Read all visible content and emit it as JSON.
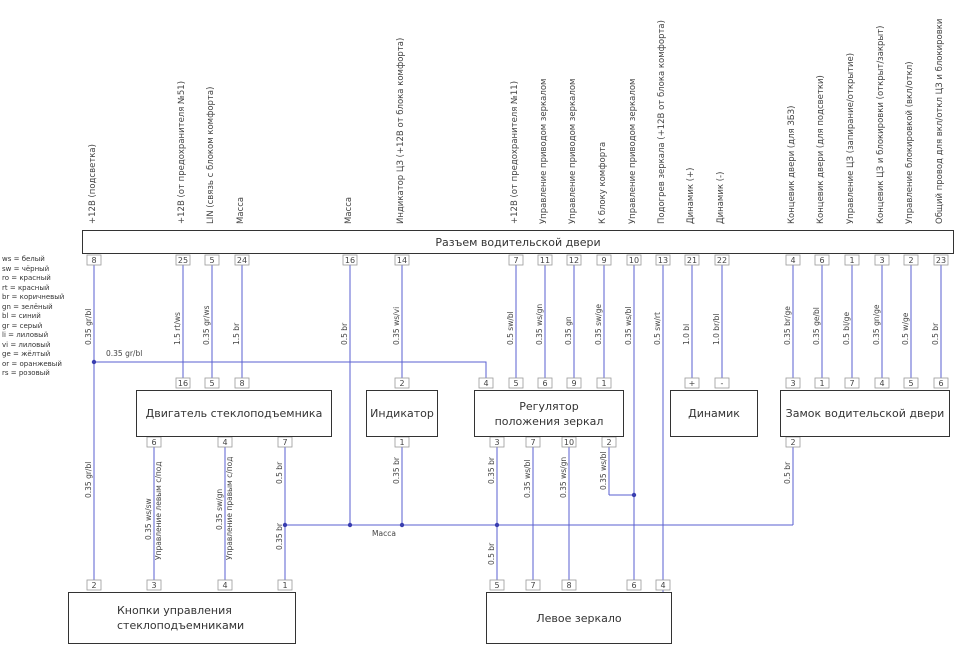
{
  "legend": [
    "ws = белый",
    "sw = чёрный",
    "ro = красный",
    "rt = красный",
    "br = коричневый",
    "gn = зелёный",
    "bl = синий",
    "gr = серый",
    "li = лиловый",
    "vi = лиловый",
    "ge = жёлтый",
    "or = оранжевый",
    "rs = розовый"
  ],
  "connector": {
    "title": "Разъем водительской двери"
  },
  "pin_labels": [
    "+12В (подсветка)",
    "+12В (от предохранителя №51)",
    "LIN (связь с блоком комфорта)",
    "Масса",
    "Масса",
    "Индикатор ЦЗ (+12В от блока комфорта)",
    "+12В (от предохранителя №11)",
    "Управление приводом зеркалом",
    "Управление приводом зеркалом",
    "К блоку комфорта",
    "Управление приводом зеркалом",
    "Подогрев зеркала (+12В от блока комфорта)",
    "Динамик (+)",
    "Динамик (-)",
    "Концевик двери (для ЗБЗ)",
    "Концевик двери (для подсветки)",
    "Управление ЦЗ (запирание/открытие)",
    "Концевик ЦЗ и блокировки (открыт/закрыт)",
    "Управление блокировкой (вкл/откл)",
    "Общий провод для вкл/откл ЦЗ и блокировки"
  ],
  "connector_pins": [
    "8",
    "25",
    "5",
    "24",
    "16",
    "14",
    "7",
    "11",
    "12",
    "9",
    "10",
    "13",
    "21",
    "22",
    "4",
    "6",
    "1",
    "3",
    "2",
    "23"
  ],
  "upper_wires": [
    "0.35 gr/bl",
    "1.5 rt/ws",
    "0.35 gr/ws",
    "1.5 br",
    "0.5 br",
    "0.35 ws/vi",
    "0.5 sw/bl",
    "0.35 ws/gn",
    "0.35 gn",
    "0.35 sw/ge",
    "0.35 ws/bl",
    "0.5 sw/rt",
    "1.0 bl",
    "1.0 br/bl",
    "0.35 br/ge",
    "0.35 ge/bl",
    "0.5 bl/ge",
    "0.35 gn/ge",
    "0.5 w/ge",
    "0.5 br"
  ],
  "bus_wire": "0.35 gr/bl",
  "lower_pins": [
    "16",
    "5",
    "8",
    "2",
    "4",
    "5",
    "6",
    "9",
    "1",
    "+",
    "-",
    "3",
    "1",
    "7",
    "4",
    "5",
    "6"
  ],
  "boxes": {
    "motor": "Двигатель стеклоподъемника",
    "indicator": "Индикатор",
    "regulator": "Регулятор положения зеркал",
    "speaker": "Динамик",
    "lock": "Замок водительской двери",
    "buttons": "Кнопки управления стеклоподъемниками",
    "mirror": "Левое зеркало"
  },
  "box_pins": {
    "motor": [
      "6",
      "4",
      "7"
    ],
    "indicator": [
      "1"
    ],
    "regulator": [
      "3",
      "7",
      "10",
      "2"
    ],
    "lock": [
      "2"
    ],
    "buttons": [
      "2",
      "3",
      "4",
      "1"
    ],
    "mirror": [
      "5",
      "7",
      "8",
      "6",
      "4"
    ]
  },
  "mid_wires": {
    "left": "0.35 gr/bl",
    "ws_sw": "0.35 ws/sw",
    "ws_sw_note": "Управление левым с/под",
    "sw_gn": "0.35 sw/gn",
    "sw_gn_note": "Управление правым с/под",
    "br1": "0.5 br",
    "br2": "0.35 br",
    "ind_br": "0.35 br",
    "reg_br": "0.35 br",
    "reg_wsbl": "0.35 ws/bl",
    "reg_wsgn": "0.35 ws/gn",
    "reg_wsbl2": "0.35 ws/bl",
    "lock_br": "0.5 br",
    "br_low": "0.35 br",
    "mirror_br": "0.5 br"
  },
  "mass_label": "Масса"
}
